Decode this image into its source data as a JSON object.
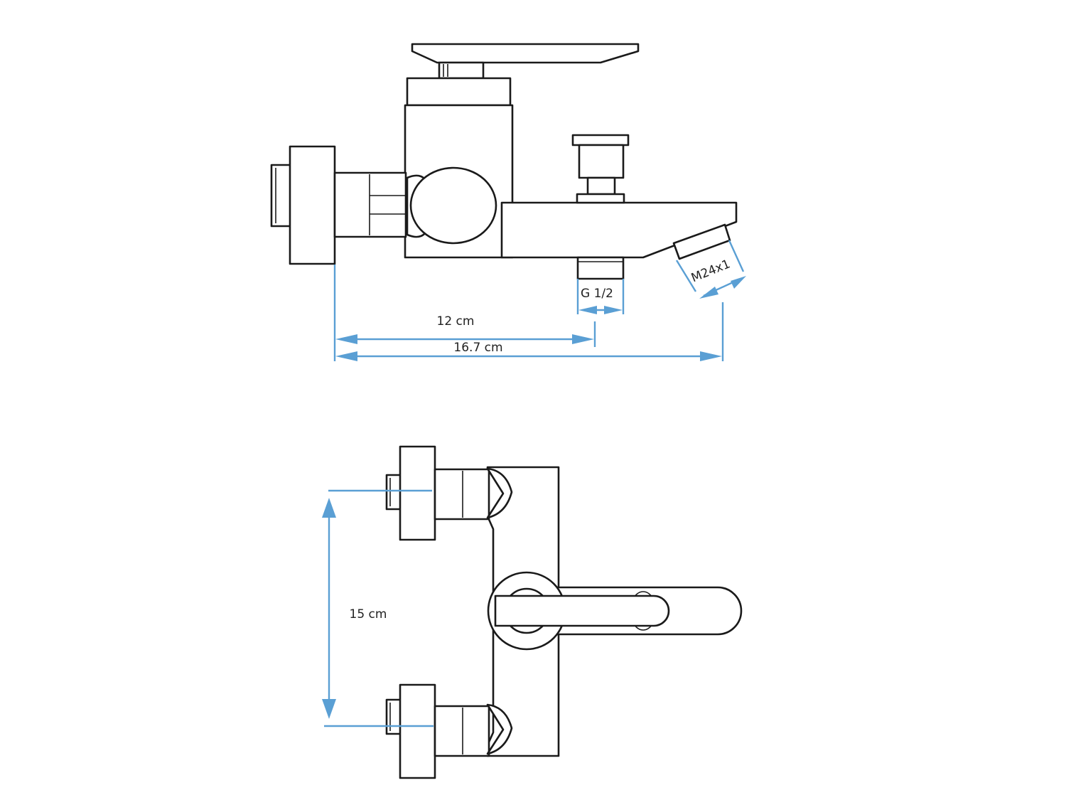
{
  "drawing": {
    "side_view": {
      "inlet_thread_label": "G 1/2",
      "outlet_thread_label": "M24x1",
      "dim_inlet_distance": "12 cm",
      "dim_total_length": "16.7 cm"
    },
    "top_view": {
      "dim_connection_spacing": "15 cm"
    }
  },
  "colors": {
    "line": "#1a1a1a",
    "dimension": "#5a9fd4",
    "background": "#ffffff"
  }
}
